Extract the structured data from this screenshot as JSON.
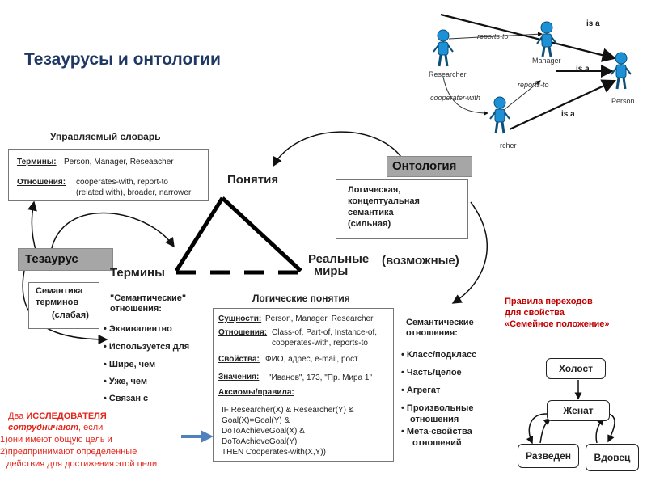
{
  "title": "Тезаурусы и онтологии",
  "network": {
    "nodes": [
      "Researcher",
      "Manager",
      "Person",
      "rcher"
    ],
    "edges": {
      "reports_to_1": "reports-to",
      "reports_to_2": "reports-to",
      "cooperates_with": "cooperater-with",
      "is_a_1": "is a",
      "is_a_2": "is a",
      "is_a_3": "is a"
    }
  },
  "controlled_vocab": {
    "heading": "Управляемый словарь",
    "terms_label": "Термины:",
    "terms_value": "Person, Manager, Reseaacher",
    "relations_label": "Отношения:",
    "relations_value_1": "cooperates-with, report-to",
    "relations_value_2": "(related with), broader, narrower"
  },
  "thesaurus_label": "Тезаурус",
  "semantics_box": {
    "line1": "Семантика",
    "line2": "терминов",
    "line3": "(слабая)"
  },
  "triangle": {
    "top": "Понятия",
    "left": "Термины",
    "right_1": "Реальные",
    "right_2": "(возможные)",
    "right_3": "миры"
  },
  "ontology": {
    "label": "Онтология",
    "box_1": "Логическая,",
    "box_2": "концептуальная",
    "box_3": "семантика",
    "box_4": "(сильная)"
  },
  "semantic_relations_left": {
    "heading_1": "\"Семантические\"",
    "heading_2": "отношения:",
    "items": [
      "Эквивалентно",
      "Используется для",
      "Шире, чем",
      "Уже, чем",
      "Связан с"
    ]
  },
  "logical_concepts": {
    "heading": "Логические понятия",
    "entities_label": "Сущности:",
    "entities_value": "Person, Manager, Researcher",
    "relations_label": "Отношения:",
    "relations_value_1": "Class-of, Part-of, Instance-of,",
    "relations_value_2": "cooperates-with, reports-to",
    "properties_label": "Свойства:",
    "properties_value": "ФИО, адрес, e-mail, рост",
    "values_label": "Значения:",
    "values_value": "\"Иванов\", 173,  \"Пр. Мира 1\"",
    "axioms_label": "Аксиомы/правила:",
    "axiom_lines": [
      "IF Researcher(X) & Researcher(Y) &",
      "Goal(X)=Goal(Y) &",
      "DoToAchieveGoal(X) &",
      "DoToAchieveGoal(Y)",
      "THEN Cooperates-with(X,Y))"
    ]
  },
  "semantic_relations_right": {
    "heading_1": "Семантические",
    "heading_2": "отношения:",
    "items": [
      "Класс/подкласс",
      "Часть/целое",
      "Агрегат",
      "Произвольные",
      "отношения",
      "Мета-свойства",
      "отношений"
    ]
  },
  "rules": {
    "line1": "Правила переходов",
    "line2": "для свойства",
    "line3": "«Семейное положение»"
  },
  "states": [
    "Холост",
    "Женат",
    "Разведен",
    "Вдовец"
  ],
  "researchers_note": {
    "line1_a": "Два ",
    "line1_b": "ИССЛЕДОВАТЕЛЯ",
    "line2_a": "сотрудничают",
    "line2_b": ", если",
    "line3": "1)они имеют общую цель и",
    "line4": "2)предпринимают определенные",
    "line5": "действия для достижения этой цели"
  },
  "colors": {
    "title": "#1f3864",
    "rules_text": "#c00000",
    "note_text": "#e3261c",
    "figure": "#1e90d6",
    "arrow_blue": "#4f81bd",
    "gray_label": "#a6a6a6"
  }
}
